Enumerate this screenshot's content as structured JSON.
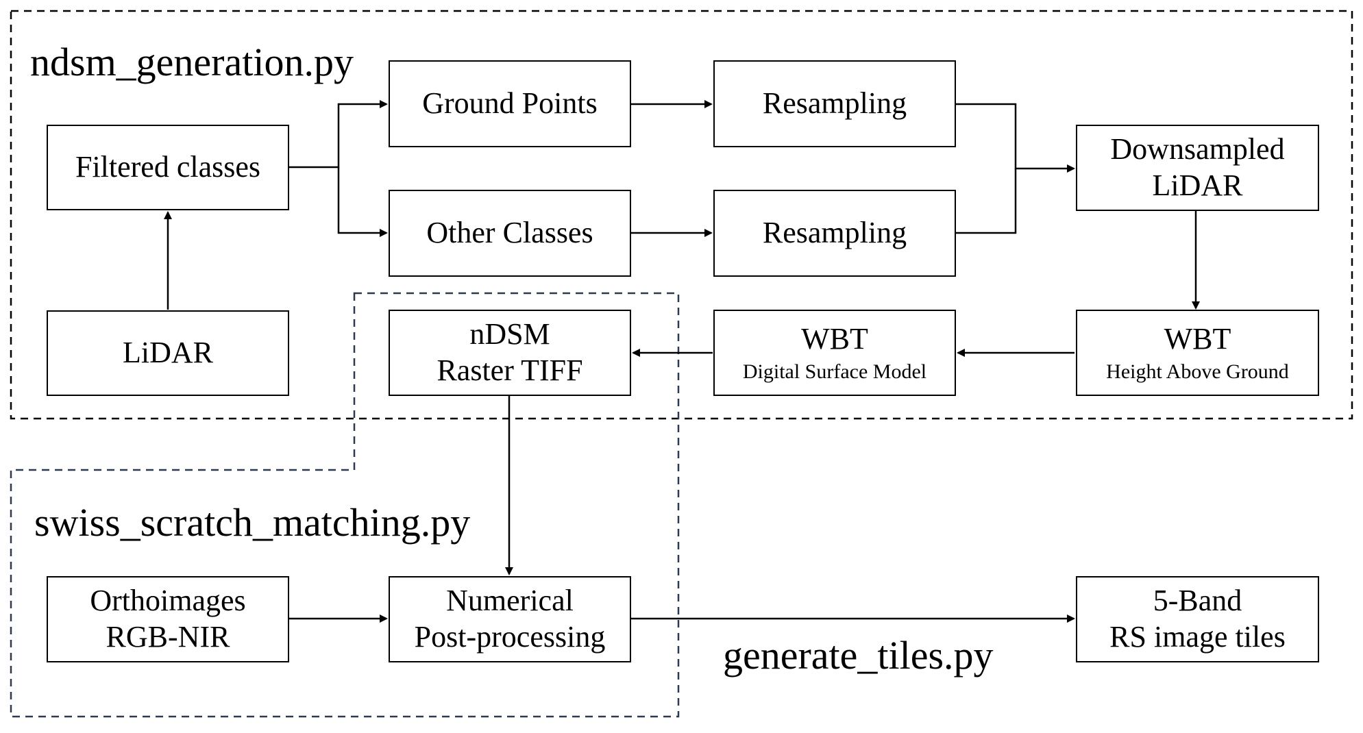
{
  "scripts": {
    "ndsm": "ndsm_generation.py",
    "swiss": "swiss_scratch_matching.py",
    "tiles": "generate_tiles.py"
  },
  "nodes": {
    "lidar": {
      "line1": "LiDAR"
    },
    "filtered": {
      "line1": "Filtered classes"
    },
    "ground": {
      "line1": "Ground Points"
    },
    "other": {
      "line1": "Other Classes"
    },
    "resample_top": {
      "line1": "Resampling"
    },
    "resample_bottom": {
      "line1": "Resampling"
    },
    "downsampled": {
      "line1": "Downsampled",
      "line2": "LiDAR"
    },
    "wbt_hag": {
      "line1": "WBT",
      "sub": "Height Above Ground"
    },
    "wbt_dsm": {
      "line1": "WBT",
      "sub": "Digital Surface Model"
    },
    "ndsm": {
      "line1": "nDSM",
      "line2": "Raster TIFF"
    },
    "ortho": {
      "line1": "Orthoimages",
      "line2": "RGB-NIR"
    },
    "numerical": {
      "line1": "Numerical",
      "line2": "Post-processing"
    },
    "tiles": {
      "line1": "5-Band",
      "line2": "RS image tiles"
    }
  },
  "colors": {
    "ndsm_region_border": "#000000",
    "swiss_region_border": "#2b3a4f",
    "box_border": "#000000"
  }
}
